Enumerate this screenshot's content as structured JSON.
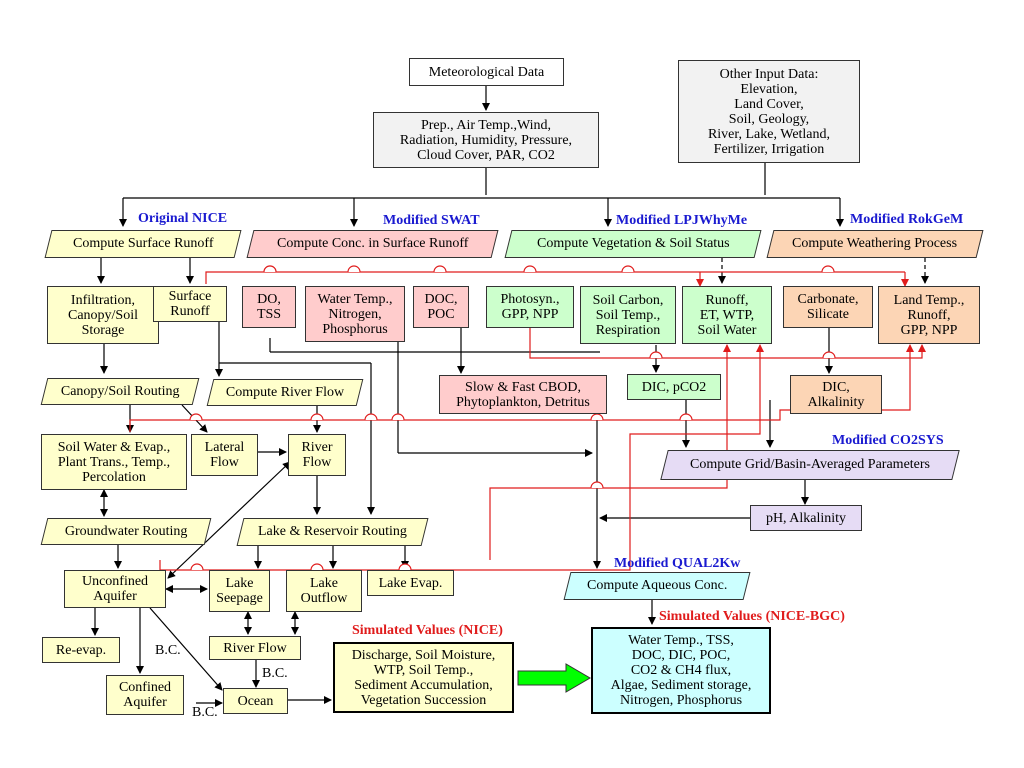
{
  "inputs": {
    "meteorological": "Meteorological  Data",
    "met_vars": "Prep., Air  Temp.,Wind,\nRadiation,  Humidity,  Pressure,\nCloud Cover,  PAR, CO2",
    "other": "Other Input Data:\nElevation,\nLand Cover,\nSoil,  Geology,\nRiver,  Lake,  Wetland,\nFertilizer,  Irrigation"
  },
  "model_labels": {
    "nice": "Original  NICE",
    "swat": "Modified  SWAT",
    "lpj": "Modified  LPJWhyMe",
    "rokgem": "Modified  RokGeM",
    "co2sys": "Modified  CO2SYS",
    "qual2kw": "Modified  QUAL2Kw"
  },
  "processes": {
    "surface_runoff": "Compute  Surface  Runoff",
    "conc_surface_runoff": "Compute  Conc.  in  Surface  Runoff",
    "vegetation": "Compute  Vegetation  &  Soil  Status",
    "weathering": "Compute  Weathering  Process",
    "canopy_routing": "Canopy/Soil  Routing",
    "river_flow": "Compute  River  Flow",
    "groundwater_routing": "Groundwater  Routing",
    "lake_routing": "Lake & Reservoir  Routing",
    "grid_avg": "Compute  Grid/Basin-Averaged  Parameters",
    "aqueous": "Compute  Aqueous  Conc."
  },
  "boxes": {
    "infiltration": "Infiltration,\nCanopy/Soil\nStorage",
    "surface_runoff": "Surface\nRunoff",
    "do_tss": "DO,\nTSS",
    "water_temp": "Water Temp.,\nNitrogen,\nPhosphorus",
    "doc_poc": "DOC,\nPOC",
    "photosyn": "Photosyn.,\nGPP,  NPP",
    "soil_carbon": "Soil Carbon,\nSoil  Temp.,\nRespiration",
    "runoff_et": "Runoff,\nET,  WTP,\nSoil  Water",
    "carbonate": "Carbonate,\nSilicate",
    "land_temp": "Land  Temp.,\nRunoff,\nGPP,  NPP",
    "cbod": "Slow  &  Fast  CBOD,\nPhytoplankton,  Detritus",
    "dic_pco2": "DIC,  pCO2",
    "dic_alk": "DIC,\nAlkalinity",
    "soil_water": "Soil  Water  &  Evap.,\nPlant  Trans.,  Temp.,\nPercolation",
    "lateral_flow": "Lateral\nFlow",
    "river_flow_box": "River\nFlow",
    "ph_alk": "pH,  Alkalinity",
    "unconfined": "Unconfined\nAquifer",
    "lake_seepage": "Lake\nSeepage",
    "lake_outflow": "Lake\nOutflow",
    "lake_evap": "Lake  Evap.",
    "re_evap": "Re-evap.",
    "river_flow_low": "River  Flow",
    "confined": "Confined\nAquifer",
    "ocean": "Ocean"
  },
  "outputs": {
    "nice_title": "Simulated  Values  (NICE)",
    "nice_values": "Discharge,  Soil  Moisture,\nWTP,  Soil  Temp.,\nSediment  Accumulation,\nVegetation  Succession",
    "bgc_title": "Simulated  Values  (NICE-BGC)",
    "bgc_values": "Water  Temp.,  TSS,\nDOC,  DIC,  POC,\nCO2  &  CH4  flux,\nAlgae,  Sediment  storage,\nNitrogen,  Phosphorus"
  },
  "bc_labels": [
    "B.C.",
    "B.C.",
    "B.C."
  ],
  "colors": {
    "nice": "#ffffcc",
    "swat": "#ffcccc",
    "lpj": "#ccffcc",
    "rokgem": "#fcd5b5",
    "qual2kw": "#ccffff",
    "co2sys": "#e6dcf5",
    "input": "#f2f2f2",
    "link_line": "#e01c1c",
    "model_label": "#1a1ad0",
    "output_arrow": "#00ff00"
  }
}
